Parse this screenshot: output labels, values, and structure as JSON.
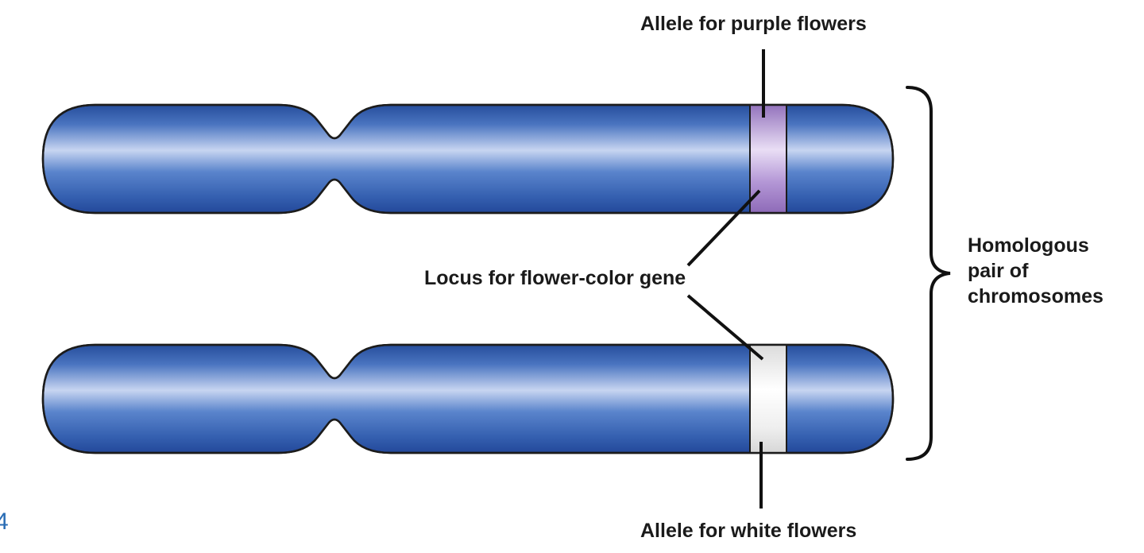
{
  "labels": {
    "allele_purple": "Allele for purple flowers",
    "locus": "Locus for flower-color gene",
    "allele_white": "Allele for white flowers",
    "homologous_pair": "Homologous\npair of\nchromosomes"
  },
  "figure_number_fragment": "4",
  "colors": {
    "chromosome": "#3b66b5",
    "chromosome_dark": "#264e9c",
    "chromosome_highlight": "#c9d6f2",
    "purple_allele": "#a07fc8",
    "white_allele": "#e6e6e6",
    "outline": "#1c1c1c",
    "figure_number": "#2a6db5"
  },
  "chromosomes": [
    {
      "name": "top-chromosome",
      "allele": "purple"
    },
    {
      "name": "bottom-chromosome",
      "allele": "white"
    }
  ]
}
